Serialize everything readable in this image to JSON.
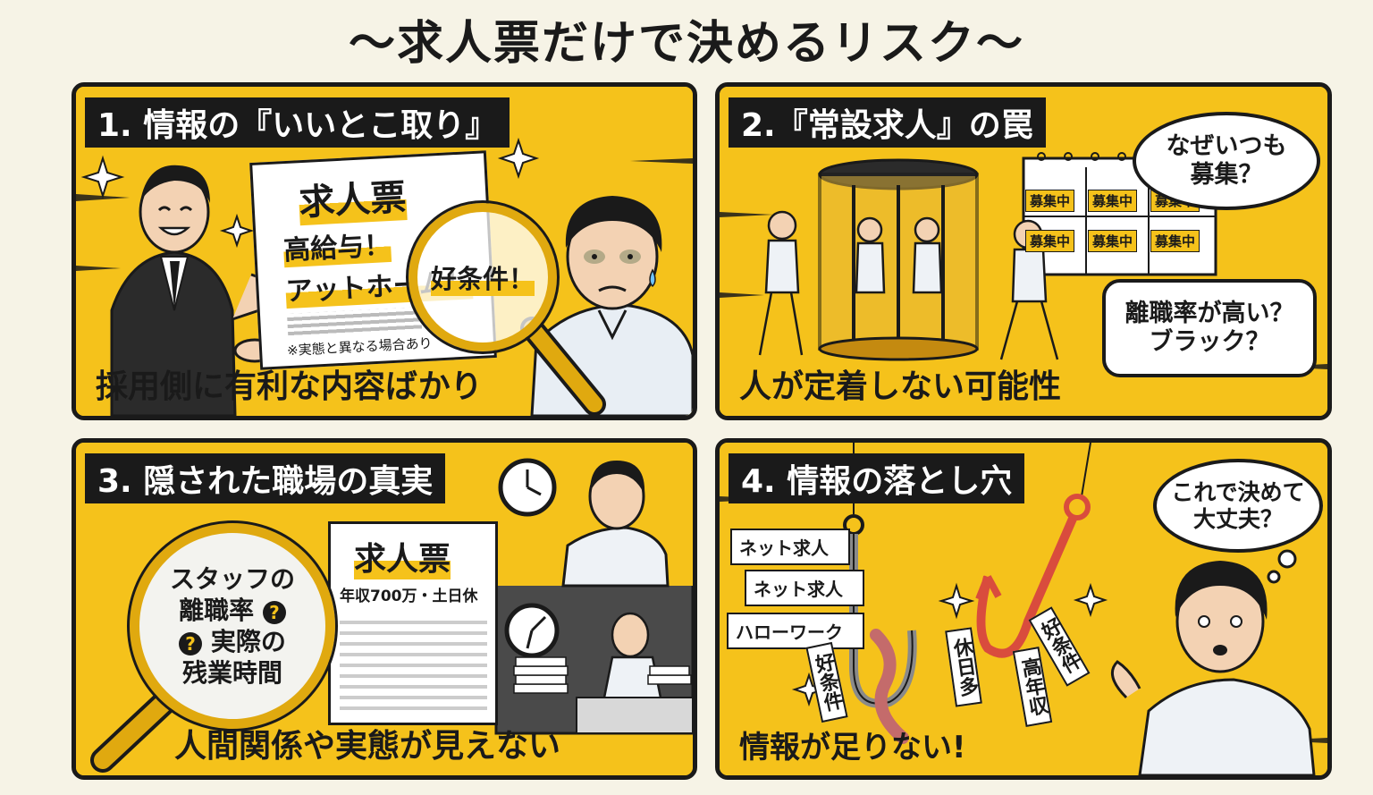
{
  "title": "〜求人票だけで決めるリスク〜",
  "panels": [
    {
      "title": "1. 情報の『いいとこ取り』",
      "doc_heading": "求人票",
      "doc_lines": [
        "高給与！",
        "アットホーム！"
      ],
      "magnifier_text": "好条件！",
      "doc_note": "※実態と異なる場合あり",
      "caption": "採用側に有利な内容ばかり"
    },
    {
      "title": "2.『常設求人』の罠",
      "calendar_labels": [
        "募集中",
        "募集中",
        "募集中",
        "募集中",
        "募集中",
        "募集中"
      ],
      "thought_bubble": [
        "なぜいつも",
        "募集？"
      ],
      "speech_bubble": [
        "離職率が高い？",
        "ブラック？"
      ],
      "caption": "人が定着しない可能性"
    },
    {
      "title": "3. 隠された職場の真実",
      "magnifier_lines": [
        "スタッフの",
        "離職率",
        "実際の",
        "残業時間"
      ],
      "doc_heading": "求人票",
      "doc_subline": "年収700万・土日休",
      "caption": "人間関係や実態が見えない"
    },
    {
      "title": "4. 情報の落とし穴",
      "source_tags": [
        "ネット求人",
        "ネット求人",
        "ハローワーク"
      ],
      "hook_tags": [
        "好条件",
        "休日多",
        "高年収",
        "好条件"
      ],
      "thought_bubble": [
        "これで決めて",
        "大丈夫？"
      ],
      "caption": "情報が足りない!"
    }
  ],
  "colors": {
    "accent": "#f5c21b",
    "ink": "#1a1a1a",
    "background": "#f6f3e6"
  }
}
